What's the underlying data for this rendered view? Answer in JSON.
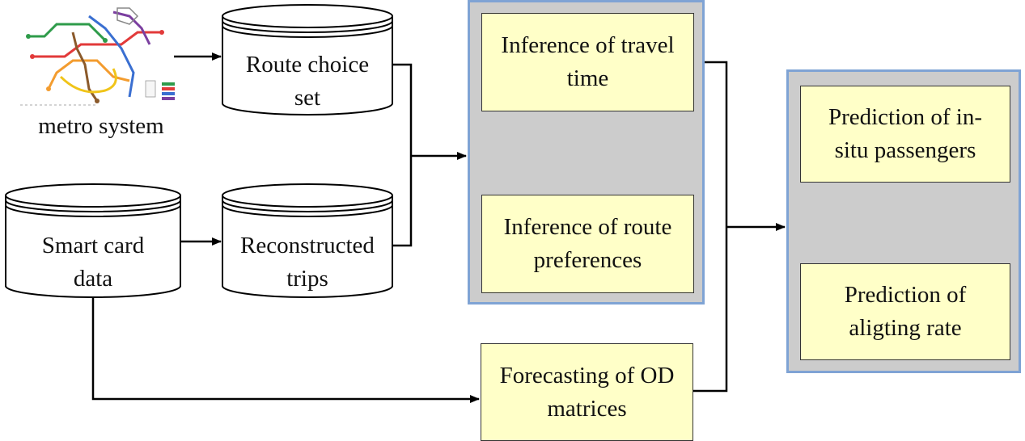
{
  "sources": {
    "metro_map_caption": "metro system"
  },
  "databases": {
    "route_choice_set": "Route choice\nset",
    "smart_card_data": "Smart card\ndata",
    "reconstructed_trips": "Reconstructed\ntrips"
  },
  "inference_panel": {
    "travel_time": "Inference of travel\ntime",
    "route_preferences": "Inference of route\npreferences"
  },
  "forecast_box": {
    "od_matrices": "Forecasting of OD\nmatrices"
  },
  "prediction_panel": {
    "insitu_passengers": "Prediction of in-\nsitu passengers",
    "alighting_rate": "Prediction of\naligting rate"
  },
  "colors": {
    "process_box_fill": "#ffffc8",
    "panel_fill": "#cccccc",
    "panel_border": "#7fa3d4",
    "arrow": "#000000"
  },
  "icons": {
    "metro_map": "metro-map-thumbnail"
  }
}
